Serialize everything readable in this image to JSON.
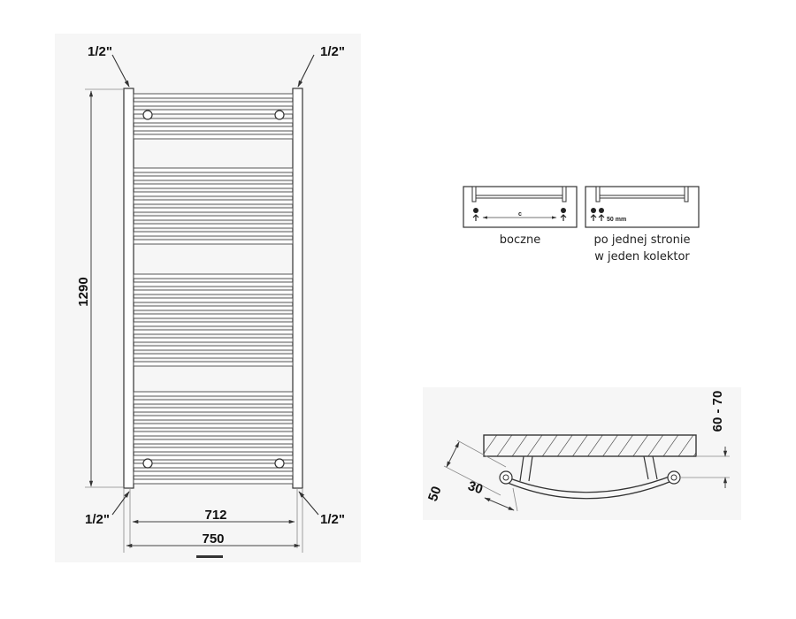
{
  "front_view": {
    "height_label": "1290",
    "inner_width_label": "712",
    "outer_width_label": "750",
    "connection_top_left": "1/2\"",
    "connection_top_right": "1/2\"",
    "connection_bottom_left": "1/2\"",
    "connection_bottom_right": "1/2\""
  },
  "connections": {
    "side_panel_c_label": "c",
    "side_caption": "boczne",
    "one_side_distance_label": "50 mm",
    "one_side_caption_line1": "po jednej stronie",
    "one_side_caption_line2": "w jeden kolektor"
  },
  "side_view": {
    "wall_distance_label": "60 - 70",
    "depth_label": "50",
    "bracket_label": "30"
  },
  "colors": {
    "line": "#333333",
    "fill_light": "#f4f4f4",
    "shadow": "#eeeeee"
  }
}
